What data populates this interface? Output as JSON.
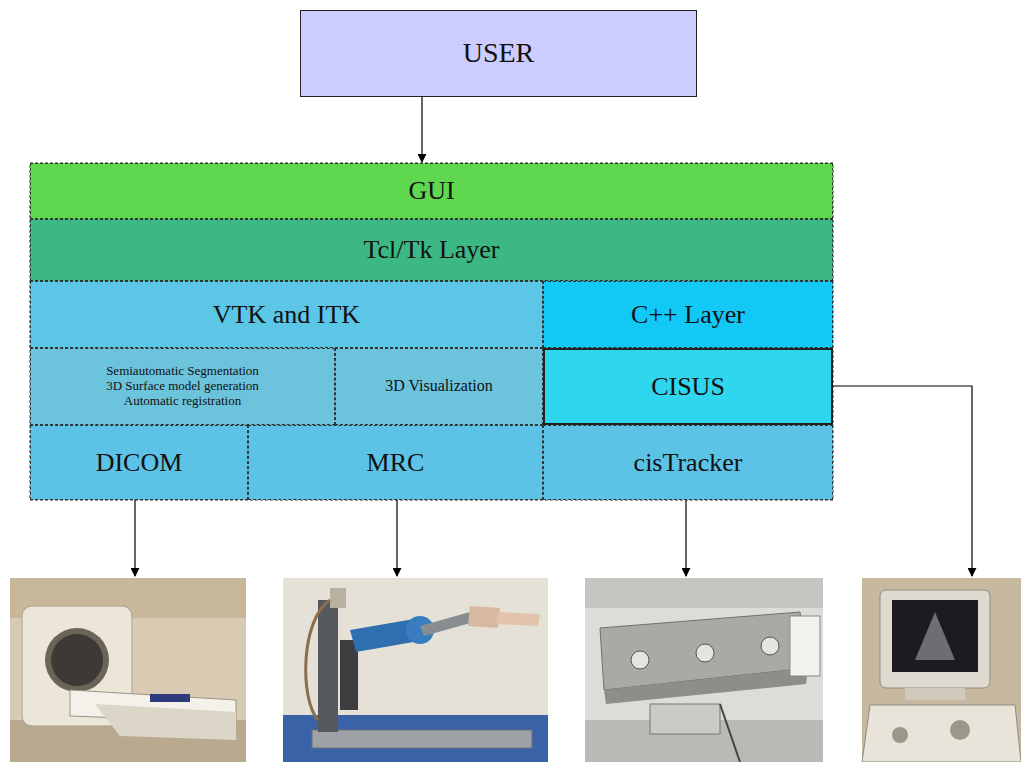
{
  "diagram": {
    "nodes": [
      {
        "text": [
          "USER"
        ]
      },
      {
        "text": [
          "GUI"
        ]
      },
      {
        "text": [
          "Tcl/Tk Layer"
        ]
      },
      {
        "text": [
          "VTK and ITK"
        ]
      },
      {
        "text": [
          "C++ Layer"
        ]
      },
      {
        "text": [
          "Semiautomatic Segmentation",
          "3D Surface model generation",
          "Automatic registration"
        ]
      },
      {
        "text": [
          "3D Visualization"
        ]
      },
      {
        "text": [
          "CISUS"
        ]
      },
      {
        "text": [
          "DICOM"
        ]
      },
      {
        "text": [
          "MRC"
        ]
      },
      {
        "text": [
          "cisTracker"
        ]
      }
    ],
    "edges": [
      {
        "from": 0,
        "to": 1,
        "arrow": "to"
      }
    ]
  }
}
